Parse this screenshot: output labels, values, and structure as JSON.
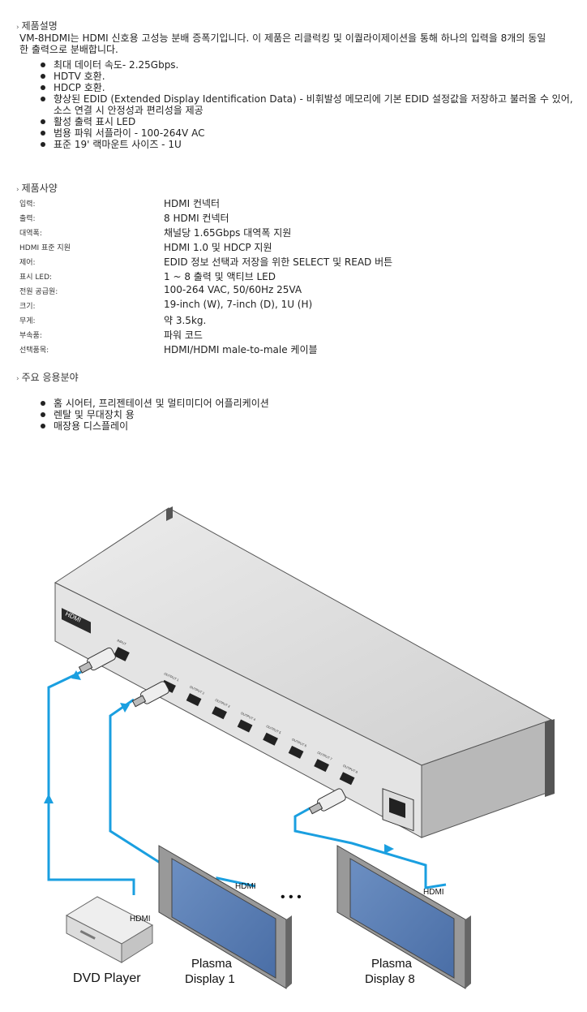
{
  "overview": {
    "heading": "제품설명",
    "intro_line1": "VM-8HDMI는 HDMI 신호용 고성능 분배 증폭기입니다. 이 제품은 리클럭킹 및 이퀄라이제이션을 통해 하나의 입력을 8개의 동일",
    "intro_line2": "한 출력으로 분배합니다.",
    "features": [
      "최대 데이터 속도- 2.25Gbps.",
      "HDTV 호환.",
      "HDCP 호환.",
      "향상된 EDID (Extended Display Identification Data) - 비휘발성 메모리에 기본 EDID 설정값을 저장하고 불러올 수 있어,",
      "소스 연결 시 안정성과 편리성을 제공",
      "활성 출력 표시 LED",
      "범용 파워 서플라이 - 100-264V AC",
      "표준 19' 랙마운트 사이즈 - 1U"
    ]
  },
  "specs": {
    "heading": "제품사양",
    "rows": [
      {
        "key": "입력:",
        "value": "HDMI 컨넥터"
      },
      {
        "key": "출력:",
        "value": "8 HDMI 컨넥터"
      },
      {
        "key": "대역폭:",
        "value": "채널당 1.65Gbps 대역폭 지원"
      },
      {
        "key": "HDMI 표준 지원",
        "value": "HDMI 1.0 및 HDCP 지원"
      },
      {
        "key": "제어:",
        "value": "EDID 정보 선택과 저장을 위한 SELECT 및 READ 버튼"
      },
      {
        "key": "표시 LED:",
        "value": "1 ~ 8 출력 및 액티브 LED"
      },
      {
        "key": "전원 공급원:",
        "value": "100-264 VAC, 50/60Hz 25VA"
      },
      {
        "key": "크기:",
        "value": "19-inch (W), 7-inch (D), 1U (H)"
      },
      {
        "key": "무게:",
        "value": "약 3.5kg."
      },
      {
        "key": "부속품:",
        "value": "파워 코드"
      },
      {
        "key": "선택품목:",
        "value": "HDMI/HDMI male-to-male 케이블"
      }
    ]
  },
  "applications": {
    "heading": "주요 응용분야",
    "items": [
      "홈 시어터, 프리젠테이션 및 멀티미디어 어플리케이션",
      "렌탈 및 무대장치 용",
      "매장용 디스플레이"
    ]
  },
  "diagram": {
    "device_logo": "HDMI",
    "input_port": "INPUT",
    "output_ports": [
      "OUTPUT 1",
      "OUTPUT 2",
      "OUTPUT 3",
      "OUTPUT 4",
      "OUTPUT 5",
      "OUTPUT 6",
      "OUTPUT 7",
      "OUTPUT 8"
    ],
    "cable_labels": [
      "HDMI",
      "HDMI",
      "HDMI"
    ],
    "ellipsis": "• • •",
    "dvd": "DVD Player",
    "display1_line1": "Plasma",
    "display1_line2": "Display 1",
    "display8_line1": "Plasma",
    "display8_line2": "Display 8",
    "colors": {
      "cable": "#1a9fe0",
      "screen": "#5a7fb5",
      "chassis": "#d8d8d8"
    }
  }
}
